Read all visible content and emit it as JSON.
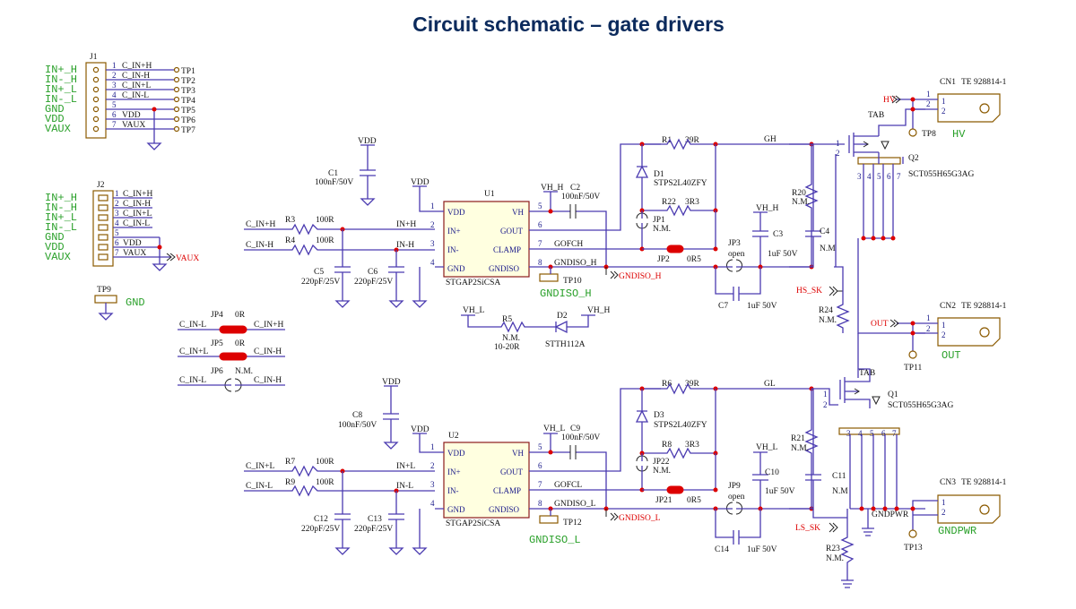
{
  "title": "Circuit schematic – gate drivers",
  "connectors": {
    "J1": {
      "ref": "J1",
      "signals": [
        "IN+_H",
        "IN-_H",
        "IN+_L",
        "IN-_L",
        "GND",
        "VDD",
        "VAUX"
      ],
      "pins": [
        "1",
        "2",
        "3",
        "4",
        "5",
        "6",
        "7"
      ],
      "nets": [
        "C_IN+H",
        "C_IN-H",
        "C_IN+L",
        "C_IN-L",
        "",
        "VDD",
        "VAUX"
      ],
      "tps": [
        "TP1",
        "TP2",
        "TP3",
        "TP4",
        "TP5",
        "TP6",
        "TP7"
      ]
    },
    "J2": {
      "ref": "J2",
      "signals": [
        "IN+_H",
        "IN-_H",
        "IN+_L",
        "IN-_L",
        "GND",
        "VDD",
        "VAUX"
      ],
      "pins": [
        "1",
        "2",
        "3",
        "4",
        "5",
        "6",
        "7"
      ],
      "nets": [
        "C_IN+H",
        "C_IN-H",
        "C_IN+L",
        "C_IN-L",
        "",
        "VDD",
        "VAUX"
      ],
      "vaux_label": "VAUX"
    },
    "tp9": {
      "ref": "TP9",
      "label": "GND"
    }
  },
  "jumpers": [
    {
      "ref": "JP4",
      "value": "0R",
      "left": "C_IN-L",
      "right": "C_IN+H"
    },
    {
      "ref": "JP5",
      "value": "0R",
      "left": "C_IN+L",
      "right": "C_IN-H"
    },
    {
      "ref": "JP6",
      "value": "N.M.",
      "left": "C_IN-L",
      "right": "C_IN-H"
    }
  ],
  "high": {
    "vdd": "VDD",
    "c_vdd_ref": "C1",
    "c_vdd_val": "100nF/50V",
    "in_p": "C_IN+H",
    "in_n": "C_IN-H",
    "r_in_p": "R3",
    "r_in_p_val": "100R",
    "r_in_n": "R4",
    "r_in_n_val": "100R",
    "net_p": "IN+H",
    "net_n": "IN-H",
    "c_a": "C5",
    "c_a_val": "220pF/25V",
    "c_b": "C6",
    "c_b_val": "220pF/25V",
    "ic_ref": "U1",
    "ic_part": "STGAP2SiCSA",
    "ic_pins_left": [
      "VDD",
      "IN+",
      "IN-",
      "GND"
    ],
    "ic_pins_right": [
      "VH",
      "GOUT",
      "CLAMP",
      "GNDISO"
    ],
    "pinnums_left": [
      "1",
      "2",
      "3",
      "4"
    ],
    "pinnums_right": [
      "5",
      "6",
      "7",
      "8"
    ],
    "vh": "VH_H",
    "c_vh": "C2",
    "c_vh_val": "100nF/50V",
    "net_clamp": "GOFCH",
    "net_gndiso": "GNDISO_H",
    "tp": "TP10",
    "gndiso_tag": "GNDISO_H",
    "gndiso_green": "GNDISO_H",
    "d_ref": "D1",
    "d_part": "STPS2L40ZFY",
    "r_on": "R1",
    "r_on_val": "39R",
    "r_off": "R22",
    "r_off_val": "3R3",
    "jp_a": "JP1",
    "jp_a_val": "N.M.",
    "jp_b": "JP2",
    "jp_b_val": "0R5",
    "gate_net": "GH",
    "c_s": "C3",
    "c_s_val": "1uF 50V",
    "jp_open": "JP3",
    "jp_open_val": "open",
    "c_s2": "C7",
    "c_s2_val": "1uF 50V",
    "r_gs": "R20",
    "r_gs_val": "N.M.",
    "c_gs": "C4",
    "c_gs_val": "N.M",
    "sk": "HS_SK",
    "r_sk": "R24",
    "r_sk_val": "N.M.",
    "bs_vh": "VH_L",
    "bs_vh2": "VH_H",
    "r_bs": "R5",
    "r_bs_val": "N.M.",
    "r_bs_val2": "10-20R",
    "d_bs": "D2",
    "d_bs_part": "STTH112A"
  },
  "low": {
    "vdd": "VDD",
    "c_vdd_ref": "C8",
    "c_vdd_val": "100nF/50V",
    "in_p": "C_IN+L",
    "in_n": "C_IN-L",
    "r_in_p": "R7",
    "r_in_p_val": "100R",
    "r_in_n": "R9",
    "r_in_n_val": "100R",
    "net_p": "IN+L",
    "net_n": "IN-L",
    "c_a": "C12",
    "c_a_val": "220pF/25V",
    "c_b": "C13",
    "c_b_val": "220pF/25V",
    "ic_ref": "U2",
    "ic_part": "STGAP2SiCSA",
    "vh": "VH_L",
    "c_vh": "C9",
    "c_vh_val": "100nF/50V",
    "net_clamp": "GOFCL",
    "net_gndiso": "GNDISO_L",
    "tp": "TP12",
    "gndiso_tag": "GNDISO_L",
    "gndiso_green": "GNDISO_L",
    "d_ref": "D3",
    "d_part": "STPS2L40ZFY",
    "r_on": "R6",
    "r_on_val": "39R",
    "r_off": "R8",
    "r_off_val": "3R3",
    "jp_a": "JP22",
    "jp_a_val": "N.M.",
    "jp_b": "JP21",
    "jp_b_val": "0R5",
    "gate_net": "GL",
    "c_s": "C10",
    "c_s_val": "1uF 50V",
    "jp_open": "JP9",
    "jp_open_val": "open",
    "c_s2": "C14",
    "c_s2_val": "1uF 50V",
    "r_gs": "R21",
    "r_gs_val": "N.M.",
    "c_gs": "C11",
    "c_gs_val": "N.M",
    "sk": "LS_SK",
    "r_sk": "R23",
    "r_sk_val": "N.M.",
    "gndpwr": "GNDPWR"
  },
  "power": {
    "q_hi": "Q2",
    "q_hi_part": "SCT055H65G3AG",
    "q_lo": "Q1",
    "q_lo_part": "SCT055H65G3AG",
    "tab": "TAB",
    "q_pins": [
      "3",
      "4",
      "5",
      "6",
      "7"
    ],
    "q_gate_pins": [
      "1",
      "2"
    ],
    "cn1": "CN1",
    "cn1_part": "TE 928814-1",
    "cn1_net": "HV",
    "cn1_green": "HV",
    "tp8": "TP8",
    "cn2": "CN2",
    "cn2_part": "TE 928814-1",
    "cn2_net": "OUT",
    "cn2_green": "OUT",
    "tp11": "TP11",
    "cn3": "CN3",
    "cn3_part": "TE 928814-1",
    "cn3_green": "GNDPWR",
    "tp13": "TP13",
    "pinnums": [
      "1",
      "2"
    ]
  }
}
